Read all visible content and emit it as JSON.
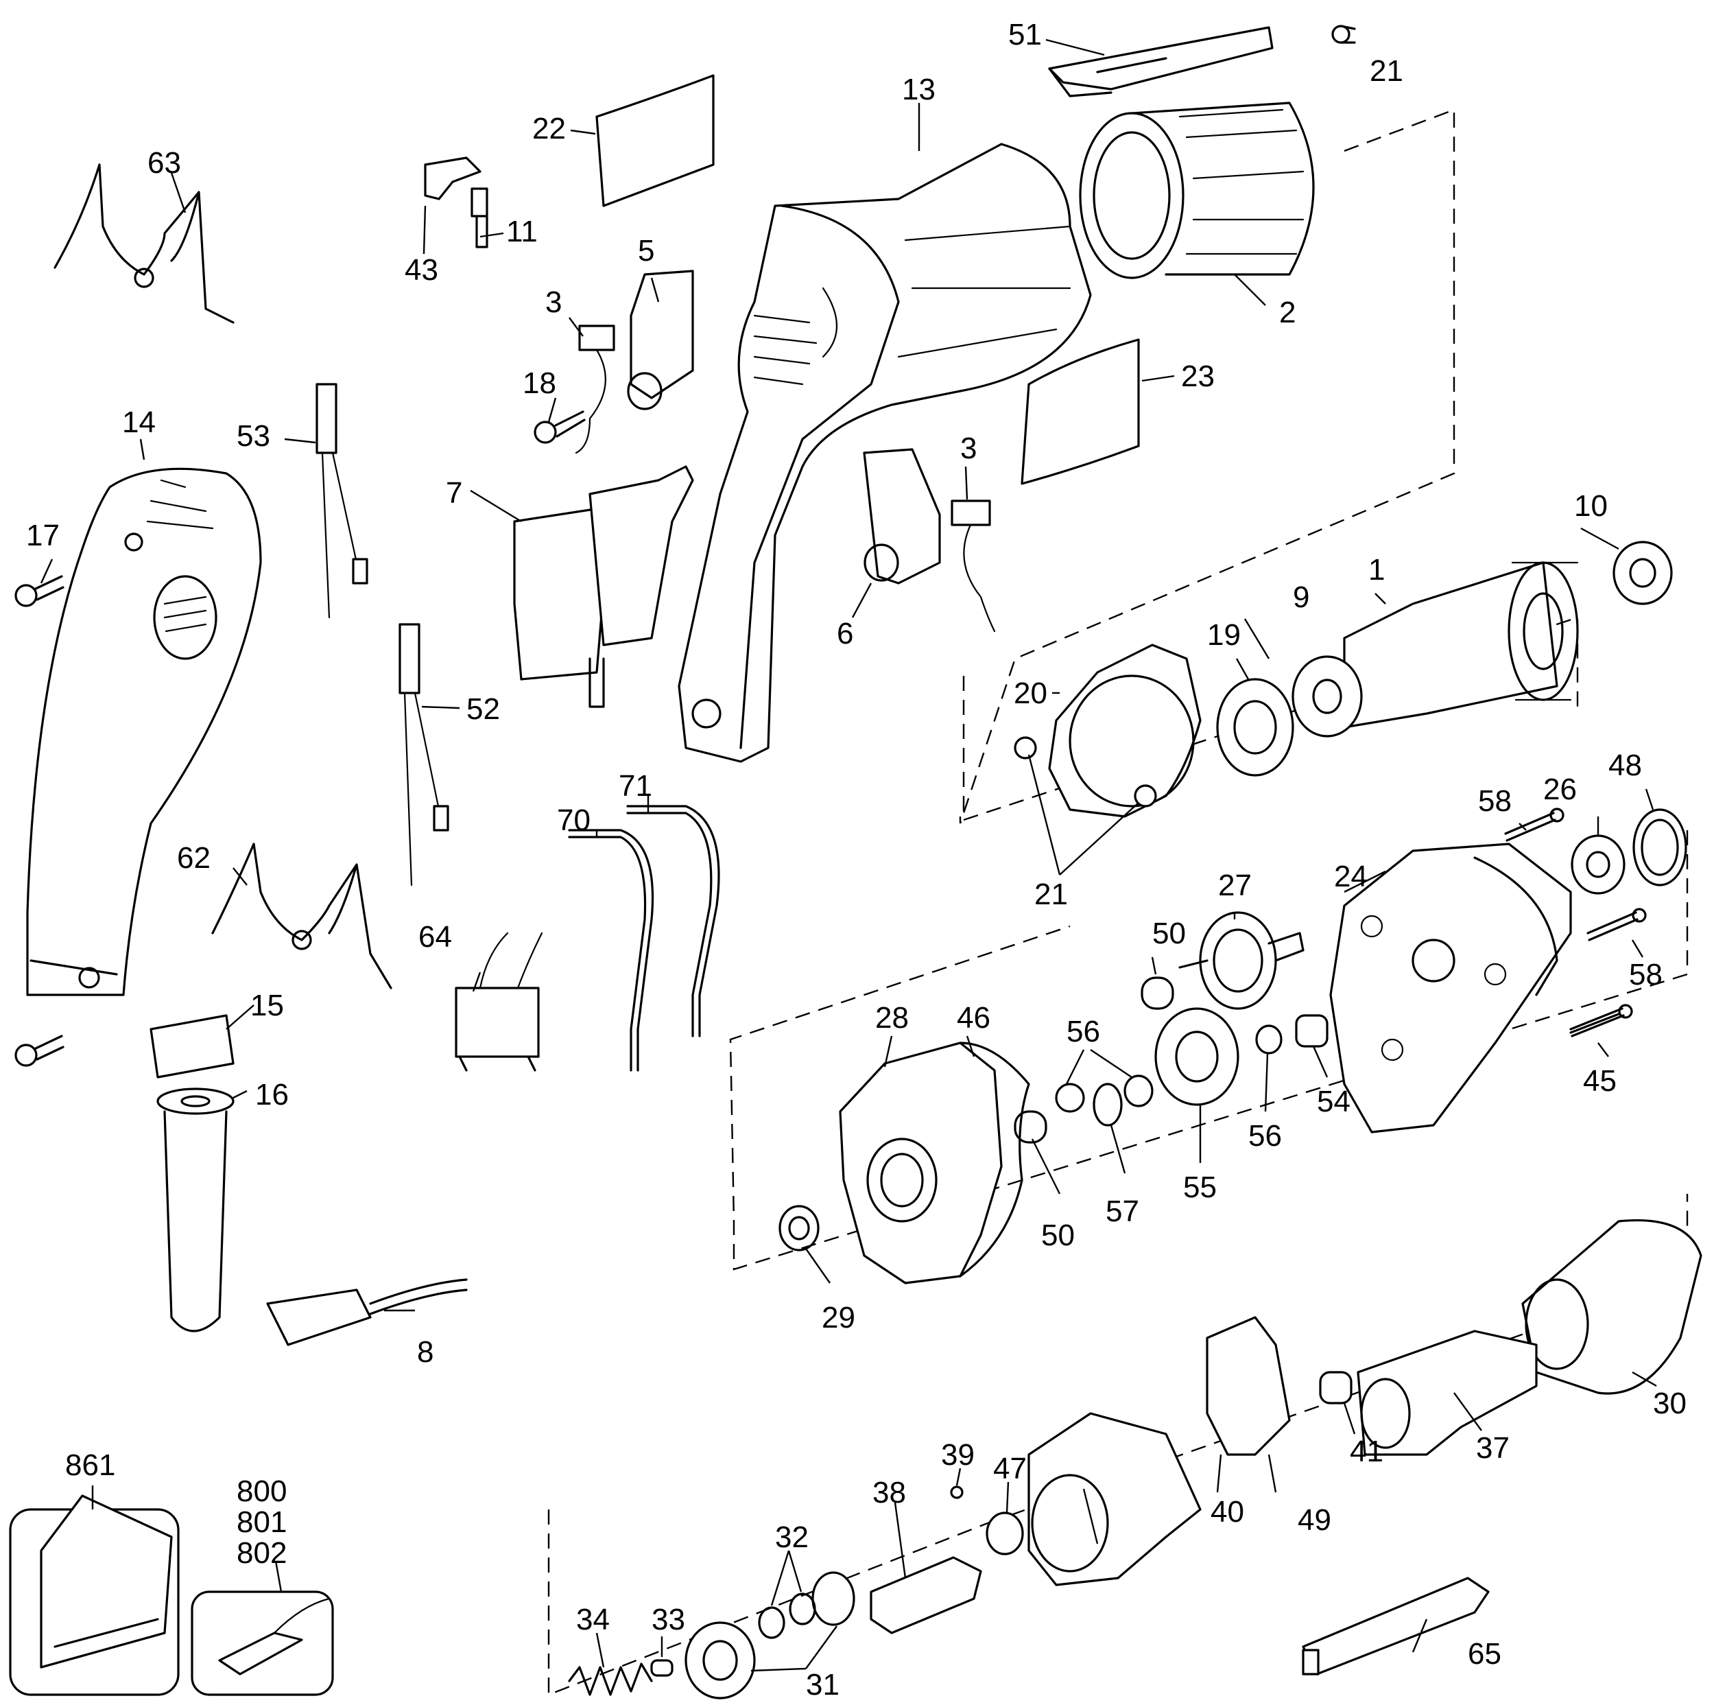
{
  "labels": {
    "l51": "51",
    "l21a": "21",
    "l13": "13",
    "l22": "22",
    "l63": "63",
    "l43": "43",
    "l11": "11",
    "l5": "5",
    "l3a": "3",
    "l2": "2",
    "l18": "18",
    "l23": "23",
    "l14": "14",
    "l53": "53",
    "l3b": "3",
    "l10": "10",
    "l17": "17",
    "l7": "7",
    "l1": "1",
    "l9": "9",
    "l19": "19",
    "l6": "6",
    "l20": "20",
    "l52": "52",
    "l71": "71",
    "l70": "70",
    "l48": "48",
    "l58a": "58",
    "l26": "26",
    "l21b": "21",
    "l24": "24",
    "l62": "62",
    "l27": "27",
    "l64": "64",
    "l50a": "50",
    "l58b": "58",
    "l15": "15",
    "l56a": "56",
    "l28": "28",
    "l46": "46",
    "l45": "45",
    "l16": "16",
    "l54": "54",
    "l56b": "56",
    "l55": "55",
    "l57": "57",
    "l50b": "50",
    "l29": "29",
    "l8": "8",
    "l30": "30",
    "l37": "37",
    "l41": "41",
    "l861": "861",
    "l39": "39",
    "l47": "47",
    "l800": "800",
    "l801": "801",
    "l802": "802",
    "l38": "38",
    "l40": "40",
    "l49": "49",
    "l32": "32",
    "l33": "33",
    "l34": "34",
    "l31": "31",
    "l65": "65"
  },
  "colors": {
    "ink": "#000000",
    "paper": "#ffffff"
  }
}
